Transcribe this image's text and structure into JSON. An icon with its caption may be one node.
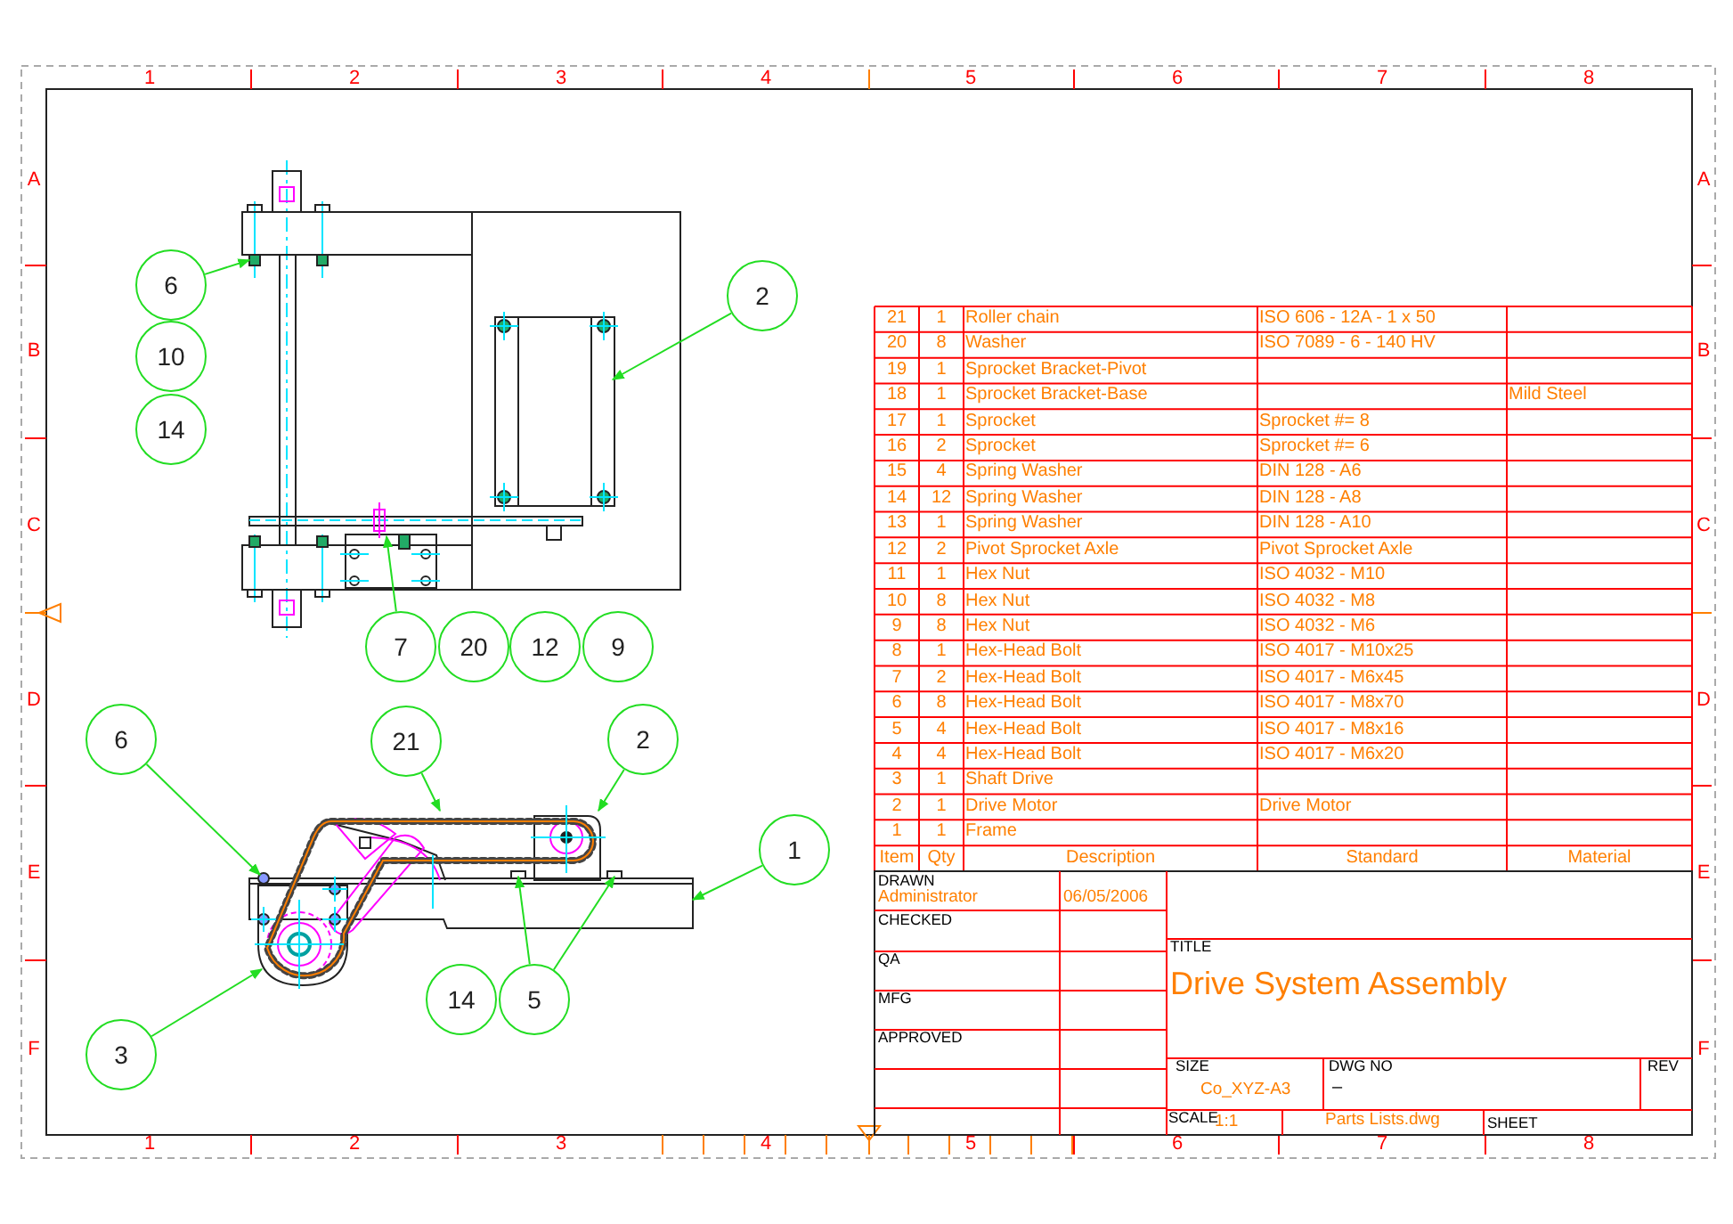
{
  "diagram": {
    "nodes": [
      {
        "text": [
          "6"
        ]
      },
      {
        "text": [
          "2"
        ]
      },
      {
        "text": [
          "10"
        ]
      },
      {
        "text": [
          "14"
        ]
      },
      {
        "text": [
          "7"
        ]
      },
      {
        "text": [
          "20"
        ]
      },
      {
        "text": [
          "12"
        ]
      },
      {
        "text": [
          "9"
        ]
      },
      {
        "text": [
          "6"
        ]
      },
      {
        "text": [
          "21"
        ]
      },
      {
        "text": [
          "2"
        ]
      },
      {
        "text": [
          "1"
        ]
      },
      {
        "text": [
          "14"
        ]
      },
      {
        "text": [
          "5"
        ]
      },
      {
        "text": [
          "3"
        ]
      },
      {
        "text": [],
        "shape": "picture"
      },
      {
        "text": [],
        "shape": "circle"
      },
      {
        "text": [],
        "shape": "box"
      },
      {
        "text": [],
        "shape": "box"
      }
    ],
    "edges": [
      {
        "from": 0,
        "to": null,
        "arrow": "to"
      },
      {
        "from": 1,
        "to": null,
        "arrow": "to"
      },
      {
        "from": 4,
        "to": null,
        "arrow": "to"
      },
      {
        "from": 8,
        "to": 16,
        "arrow": "to"
      },
      {
        "from": 9,
        "to": null,
        "arrow": "to"
      },
      {
        "from": 10,
        "to": null,
        "arrow": "to"
      },
      {
        "from": 11,
        "to": 15,
        "arrow": "to"
      },
      {
        "from": 13,
        "to": 17,
        "arrow": "to"
      },
      {
        "from": 13,
        "to": 18,
        "arrow": "to"
      },
      {
        "from": 14,
        "to": null,
        "arrow": "to"
      }
    ],
    "labels": [
      "1",
      "2",
      "3",
      "4",
      "5",
      "6",
      "7",
      "8",
      "A",
      "B",
      "C",
      "D",
      "E",
      "F",
      "A",
      "B",
      "C",
      "D",
      "E",
      "F",
      "21",
      "1",
      "Roller chain",
      "ISO 606 - 12A - 1 x 50",
      "20",
      "8",
      "Washer",
      "ISO 7089 - 6 - 140 HV",
      "19",
      "1",
      "Sprocket Bracket-Pivot",
      "18",
      "1",
      "Sprocket Bracket-Base",
      "Mild Steel",
      "17",
      "1",
      "Sprocket",
      "Sprocket #= 8",
      "16",
      "2",
      "Sprocket",
      "Sprocket #= 6",
      "15",
      "4",
      "Spring Washer",
      "DIN 128 - A6",
      "14",
      "12",
      "Spring Washer",
      "DIN 128 - A8",
      "13",
      "1",
      "Spring Washer",
      "DIN 128 - A10",
      "12",
      "2",
      "Pivot Sprocket Axle",
      "Pivot Sprocket Axle",
      "11",
      "1",
      "Hex Nut",
      "ISO 4032 - M10",
      "10",
      "8",
      "Hex Nut",
      "ISO 4032 - M8",
      "9",
      "8",
      "Hex Nut",
      "ISO 4032 - M6",
      "8",
      "1",
      "Hex-Head Bolt",
      "ISO 4017 - M10x25",
      "7",
      "2",
      "Hex-Head Bolt",
      "ISO 4017 - M6x45",
      "6",
      "8",
      "Hex-Head Bolt",
      "ISO 4017 - M8x70",
      "5",
      "4",
      "Hex-Head Bolt",
      "ISO 4017 - M8x16",
      "4",
      "4",
      "Hex-Head Bolt",
      "ISO 4017 - M6x20",
      "3",
      "1",
      "Shaft Drive",
      "2",
      "1",
      "Drive Motor",
      "Drive Motor",
      "1",
      "1",
      "Frame",
      "Item",
      "Qty",
      "Description",
      "Standard",
      "Material",
      "DRAWN",
      "Administrator",
      "06/05/2006",
      "CHECKED",
      "QA",
      "MFG",
      "APPROVED",
      "TITLE",
      "Drive System Assembly",
      "SIZE",
      "Co_XYZ-A3",
      "DWG NO",
      "–",
      "REV",
      "SCALE",
      "1:1",
      "Parts Lists.dwg",
      "SHEET",
      "1",
      "2",
      "3",
      "4",
      "5",
      "6",
      "7",
      "8"
    ]
  }
}
